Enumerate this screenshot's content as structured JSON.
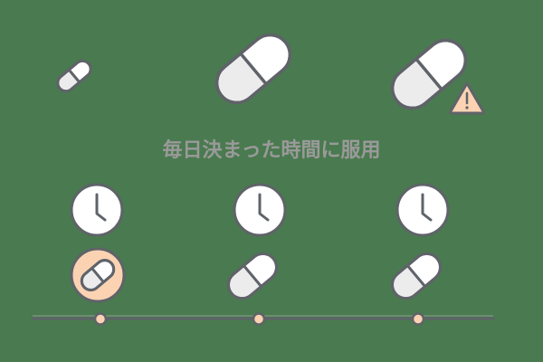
{
  "caption": "毎日決まった時間に服用",
  "colors": {
    "background": "#4a7a4f",
    "stroke": "#5f6369",
    "pill_light": "#ffffff",
    "pill_shade": "#ececed",
    "accent": "#fbd3b3",
    "caption_text": "#9a9a9a"
  },
  "top_row": [
    {
      "icon": "small-pill-icon",
      "size": "small"
    },
    {
      "icon": "large-pill-icon",
      "size": "large"
    },
    {
      "icon": "pill-with-warning-icon",
      "size": "large",
      "badge": "!"
    }
  ],
  "schedule": [
    {
      "clock": "clock-icon",
      "time": "4:00",
      "pill": "pill-icon",
      "highlighted": true
    },
    {
      "clock": "clock-icon",
      "time": "4:00",
      "pill": "pill-icon",
      "highlighted": false
    },
    {
      "clock": "clock-icon",
      "time": "4:00",
      "pill": "pill-icon",
      "highlighted": false
    }
  ],
  "warning_symbol": "!"
}
